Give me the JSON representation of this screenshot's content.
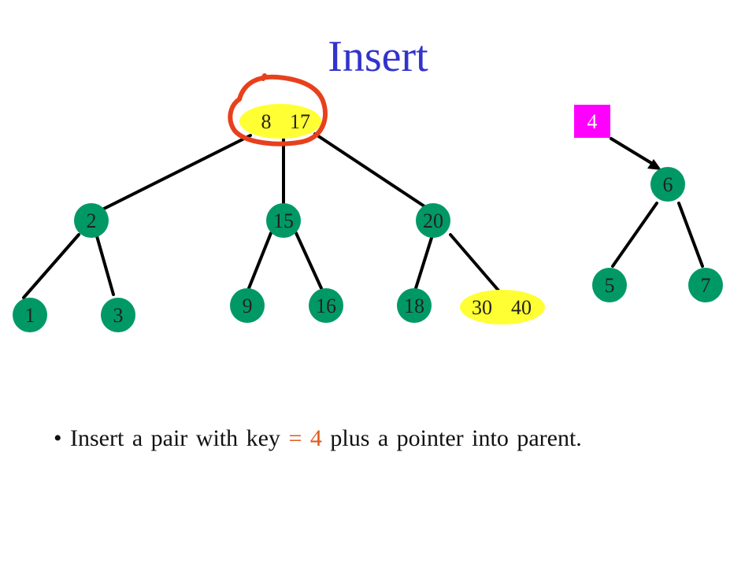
{
  "slide": {
    "title": "Insert"
  },
  "colors": {
    "title": "#3333cc",
    "node_green": "#009966",
    "node_yellow": "#ffff33",
    "new_key_box": "#ff00ff",
    "highlight_circle": "#e8401c",
    "key_text": "#e05a1e"
  },
  "tree": {
    "root": {
      "key1": "8",
      "key2": "17"
    },
    "level1": {
      "left": "2",
      "middle": "15",
      "right": "20"
    },
    "level2": {
      "a": "1",
      "b": "3",
      "c": "9",
      "d": "16",
      "e": "18",
      "f_key1": "30",
      "f_key2": "40"
    }
  },
  "subtree": {
    "inserted_key": "4",
    "root": "6",
    "left": "5",
    "right": "7"
  },
  "bullet": {
    "mark": "•",
    "text_before": "Insert a pair with key",
    "eq": "= 4",
    "text_after": "plus a pointer into parent."
  }
}
